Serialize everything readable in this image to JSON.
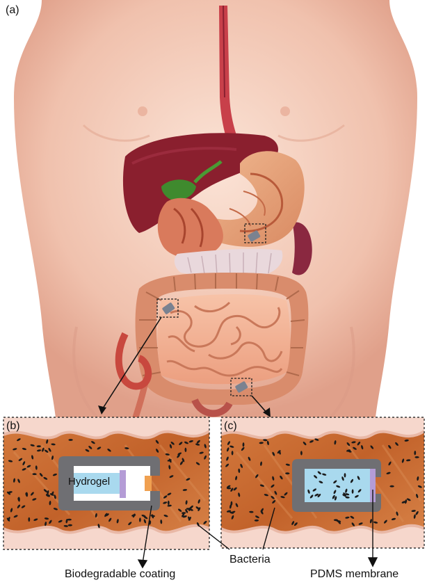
{
  "panels": {
    "a": "(a)",
    "b": "(b)",
    "c": "(c)"
  },
  "labels": {
    "hydrogel": "Hydrogel",
    "biodegradable_coating": "Biodegradable coating",
    "bacteria": "Bacteria",
    "pdms_membrane": "PDMS membrane"
  },
  "colors": {
    "skin": "#f2c4b0",
    "liver": "#8a1f2e",
    "stomach": "#e9a07c",
    "intestine": "#f4b49a",
    "colon": "#d98c6c",
    "gut_wall": "#c96a32",
    "capsule": "#707070",
    "hydrogel": "#a9d9ee",
    "membrane": "#b49cd6"
  }
}
